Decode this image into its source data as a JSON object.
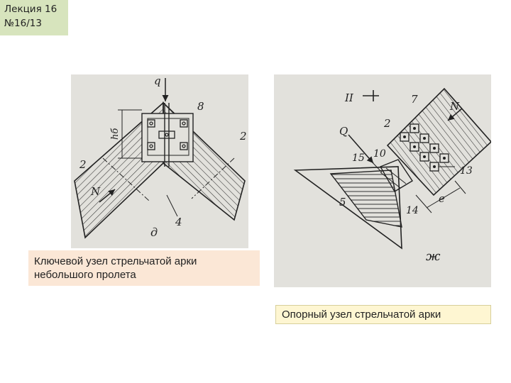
{
  "lecture": {
    "title": "Лекция 16",
    "number": "№16/13"
  },
  "figures": {
    "left": {
      "caption": "Ключевой узел стрельчатой арки небольшого пролета",
      "labels": {
        "q": "q",
        "hb": "hб",
        "n8": "8",
        "n2_right": "2",
        "n2_left": "2",
        "force_n": "N",
        "n4": "4",
        "letter": "д"
      }
    },
    "right": {
      "caption": "Опорный узел стрельчатой арки",
      "labels": {
        "section": "II",
        "n7": "7",
        "force_n": "N",
        "n2": "2",
        "q": "Q",
        "n15": "15",
        "n10": "10",
        "n13": "13",
        "e": "e",
        "n5": "5",
        "n14": "14",
        "letter": "ж"
      }
    }
  }
}
